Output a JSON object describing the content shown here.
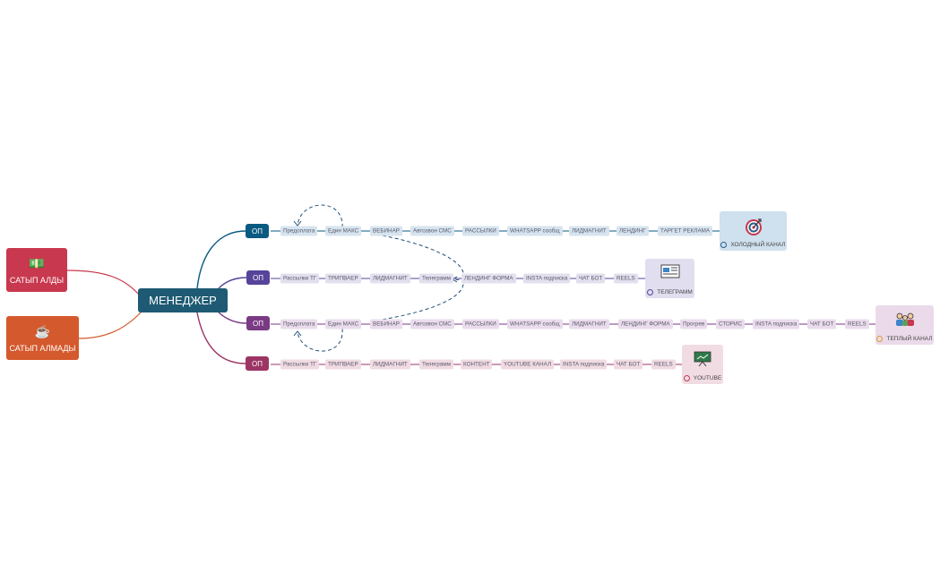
{
  "central": {
    "label": "МЕНЕДЖЕР"
  },
  "left_topics": [
    {
      "label": "САТЫП АЛДЫ",
      "color": "#c8384e",
      "icon": "money-icon"
    },
    {
      "label": "САТЫП АЛМАДЫ",
      "color": "#d4592d",
      "icon": "coffee-icon"
    }
  ],
  "branches": [
    {
      "op_label": "ОП",
      "color": "#0b5a82",
      "chip_color": "#d6e4ef",
      "items": [
        "Предоплата",
        "Един МАКС",
        "ВЕБИНАР",
        "Автозвон СМС",
        "РАССЫЛКИ",
        "WHATSAPP сообщ",
        "ЛИДМАГНИТ",
        "ЛЕНДИНГ",
        "ТАРГЕТ РЕКЛАМА"
      ],
      "card": {
        "label": "ХОЛОДНЫЙ КАНАЛ",
        "icon": "target-icon",
        "bg": "#cfe0ee"
      }
    },
    {
      "op_label": "ОП",
      "color": "#56449a",
      "chip_color": "#e2e0ef",
      "items": [
        "Рассылки ТГ",
        "ТРИПВАЕР",
        "ЛИДМАГНИТ",
        "Телеграмм",
        "ЛЕНДИНГ ФОРМА",
        "INSTA подписка",
        "ЧАТ БОТ",
        "REELS"
      ],
      "card": {
        "label": "ТЕЛЕГРАММ",
        "icon": "newspaper-icon",
        "bg": "#e1def0"
      }
    },
    {
      "op_label": "ОП",
      "color": "#7a3a84",
      "chip_color": "#eadcec",
      "items": [
        "Предоплата",
        "Един МАКС",
        "ВЕБИНАР",
        "Автозвон СМС",
        "РАССЫЛКИ",
        "WHATSAPP сообщ",
        "ЛИДМАГНИТ",
        "ЛЕНДИНГ ФОРМА",
        "Прогрев",
        "СТОРИС",
        "INSTA подписка",
        "ЧАТ БОТ",
        "REELS"
      ],
      "card": {
        "label": "ТЕПЛЫЙ КАНАЛ",
        "icon": "people-icon",
        "bg": "#ebdbea"
      }
    },
    {
      "op_label": "ОП",
      "color": "#9c3564",
      "chip_color": "#f0dbe3",
      "items": [
        "Рассылки ТГ",
        "ТРИПВАЕР",
        "ЛИДМАГНИТ",
        "Телеграмм",
        "КОНТЕНТ",
        "YOUTUBE КАНАЛ",
        "INSTA подписка",
        "ЧАТ БОТ",
        "REELS"
      ],
      "card": {
        "label": "YOUTUBE",
        "icon": "presentation-icon",
        "bg": "#f1dce4"
      }
    }
  ]
}
